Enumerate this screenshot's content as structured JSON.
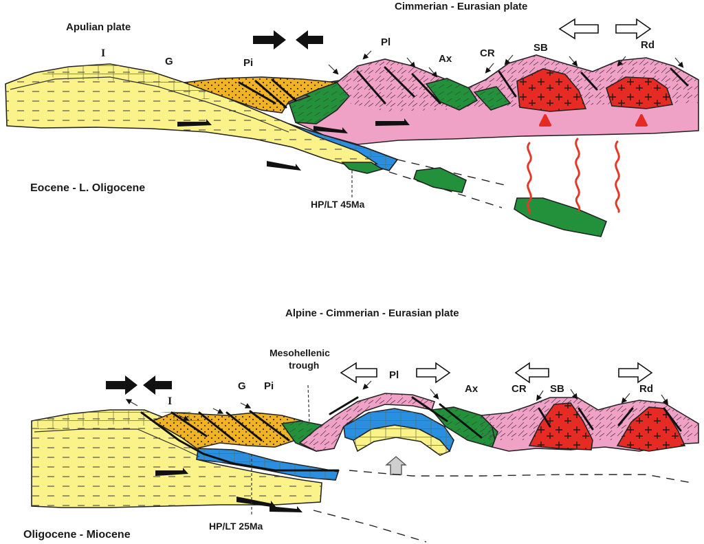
{
  "colors": {
    "yellow": "#fbf38a",
    "orange": "#f1b324",
    "blue": "#2a8fe0",
    "green": "#23913c",
    "pink": "#f0a2c6",
    "red": "#e62b24",
    "gray": "#6d6d6d",
    "black": "#111111"
  },
  "top_panel": {
    "plate_left": "Apulian plate",
    "plate_right": "Cimmerian - Eurasian plate",
    "zone_labels": [
      "I",
      "G",
      "Pi",
      "Pl",
      "Ax",
      "CR",
      "SB",
      "Rd"
    ],
    "hp_lt": "HP/LT 45Ma",
    "age": "Eocene - L. Oligocene"
  },
  "bottom_panel": {
    "plate": "Alpine - Cimmerian - Eurasian plate",
    "trough_line1": "Mesohellenic",
    "trough_line2": "trough",
    "zone_labels": [
      "I",
      "G",
      "Pi",
      "Pl",
      "Ax",
      "CR",
      "SB",
      "Rd"
    ],
    "hp_lt": "HP/LT 25Ma",
    "age": "Oligocene - Miocene"
  }
}
